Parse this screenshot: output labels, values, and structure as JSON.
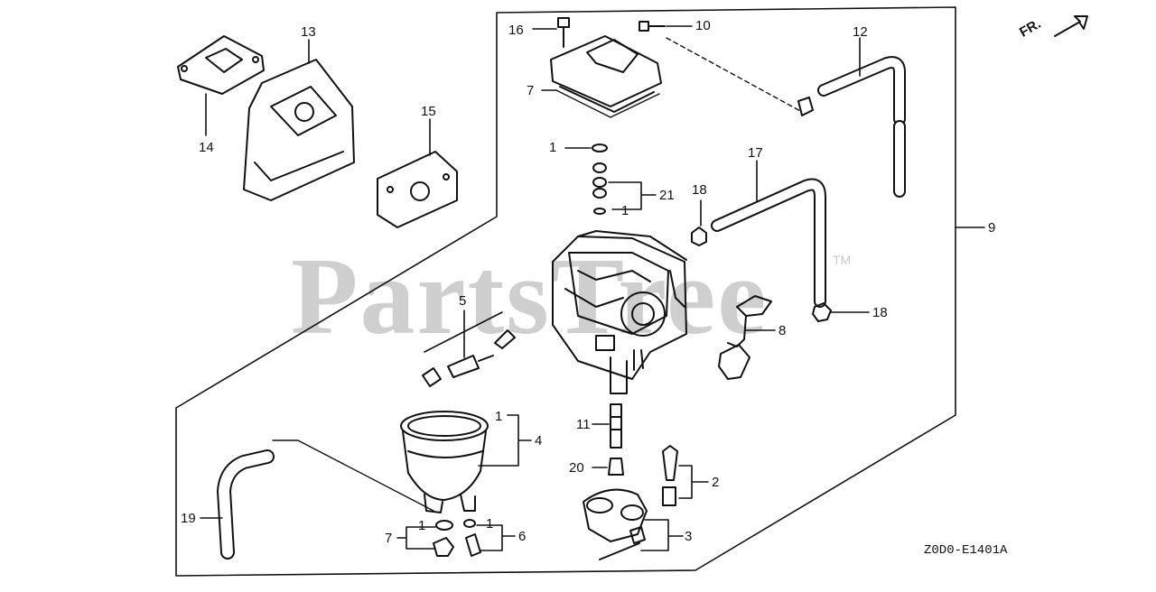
{
  "watermark": {
    "text": "PartsTree",
    "tm": "TM"
  },
  "diagram_code": "Z0D0-E1401A",
  "direction_label": "FR.",
  "callouts": [
    "1",
    "2",
    "3",
    "4",
    "5",
    "6",
    "7",
    "8",
    "9",
    "10",
    "11",
    "12",
    "13",
    "14",
    "15",
    "16",
    "17",
    "18",
    "19",
    "20",
    "21"
  ],
  "callout_labels": {
    "c16": "16",
    "c10": "10",
    "c12": "12",
    "c13": "13",
    "c7top": "7",
    "c14": "14",
    "c15": "15",
    "c1a": "1",
    "c21": "21",
    "c1b": "1",
    "c17": "17",
    "c18a": "18",
    "c9": "9",
    "c18b": "18",
    "c5": "5",
    "c8": "8",
    "c1c": "1",
    "c4": "4",
    "c11": "11",
    "c20": "20",
    "c2": "2",
    "c19": "19",
    "c7bot": "7",
    "c1d": "1",
    "c1e": "1",
    "c6": "6",
    "c3": "3"
  },
  "colors": {
    "line": "#111111",
    "watermark": "#cfcfcf",
    "background": "#ffffff"
  }
}
